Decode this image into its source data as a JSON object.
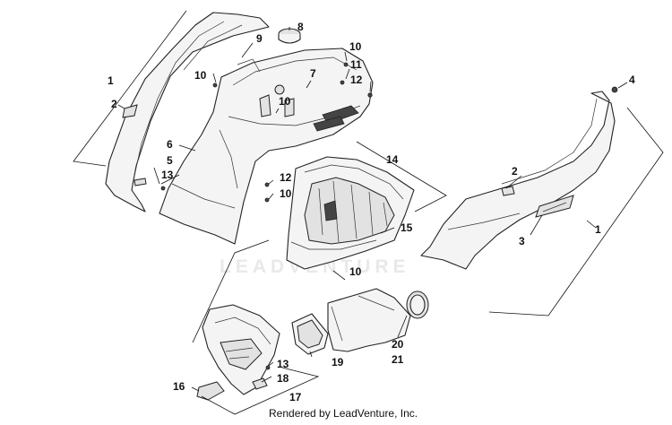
{
  "watermark": "LEADVENTURE",
  "footer": "Rendered by LeadVenture, Inc.",
  "callouts": [
    "1",
    "2",
    "8",
    "9",
    "10",
    "7",
    "11",
    "12",
    "10",
    "10",
    "4",
    "6",
    "5",
    "13",
    "12",
    "10",
    "14",
    "2",
    "15",
    "1",
    "3",
    "10",
    "20",
    "21",
    "19",
    "13",
    "18",
    "16",
    "17"
  ]
}
